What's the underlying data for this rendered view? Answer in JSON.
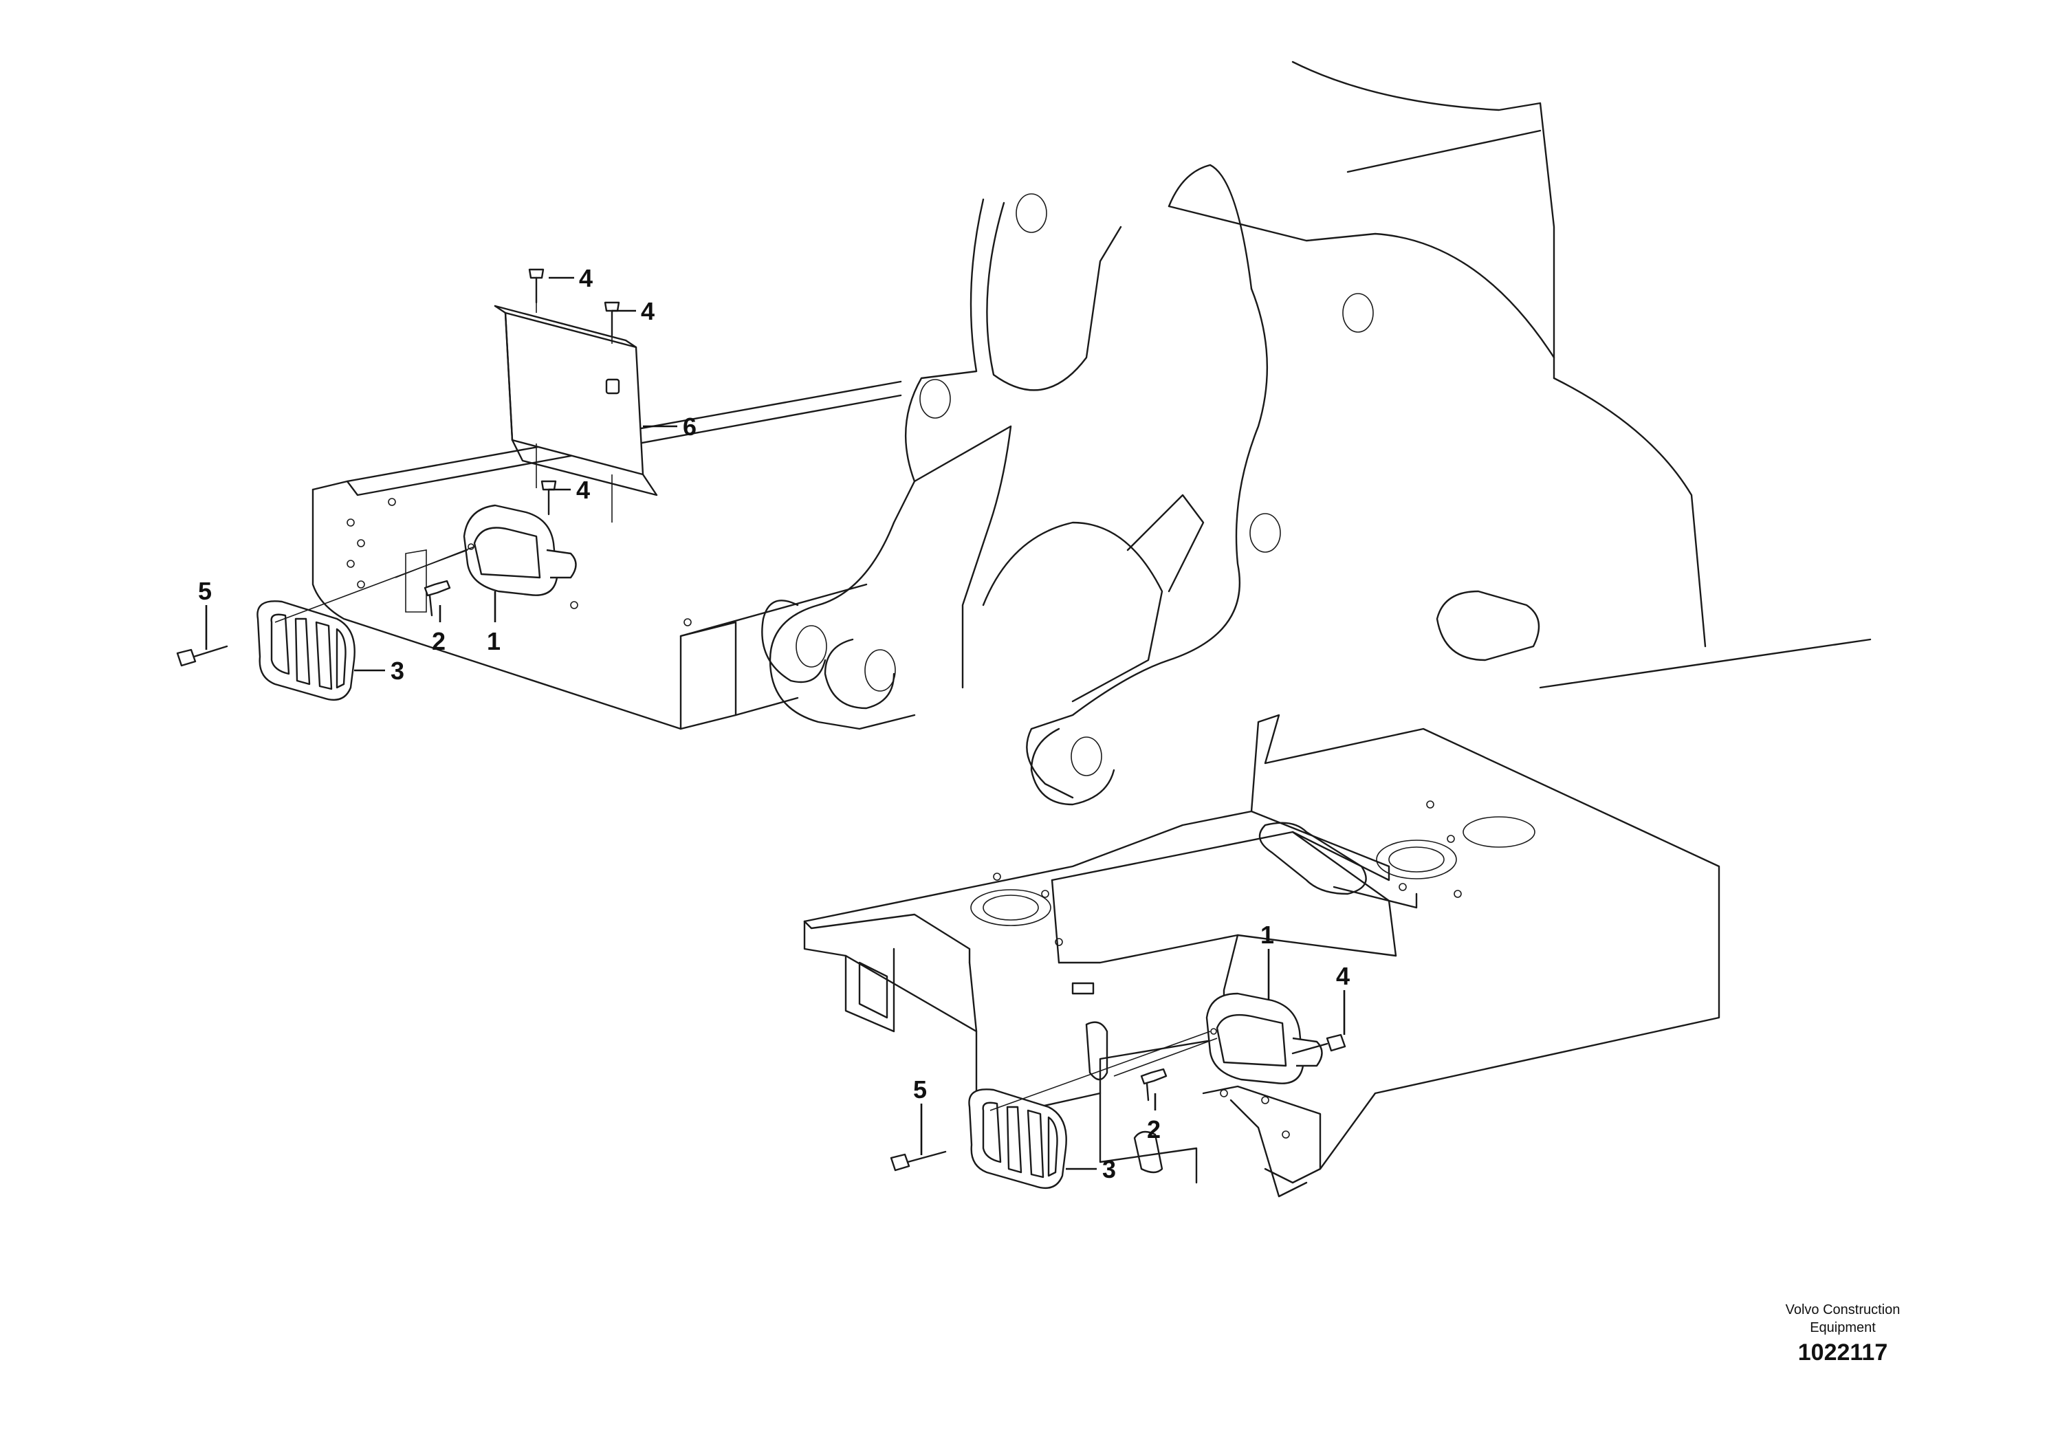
{
  "callouts": {
    "c1a": "1",
    "c1b": "1",
    "c2a": "2",
    "c2b": "2",
    "c3a": "3",
    "c3b": "3",
    "c4a": "4",
    "c4b": "4",
    "c4c": "4",
    "c4d": "4",
    "c5a": "5",
    "c5b": "5",
    "c6": "6"
  },
  "caption": {
    "maker_line1": "Volvo Construction",
    "maker_line2": "Equipment",
    "reference": "1022117"
  }
}
